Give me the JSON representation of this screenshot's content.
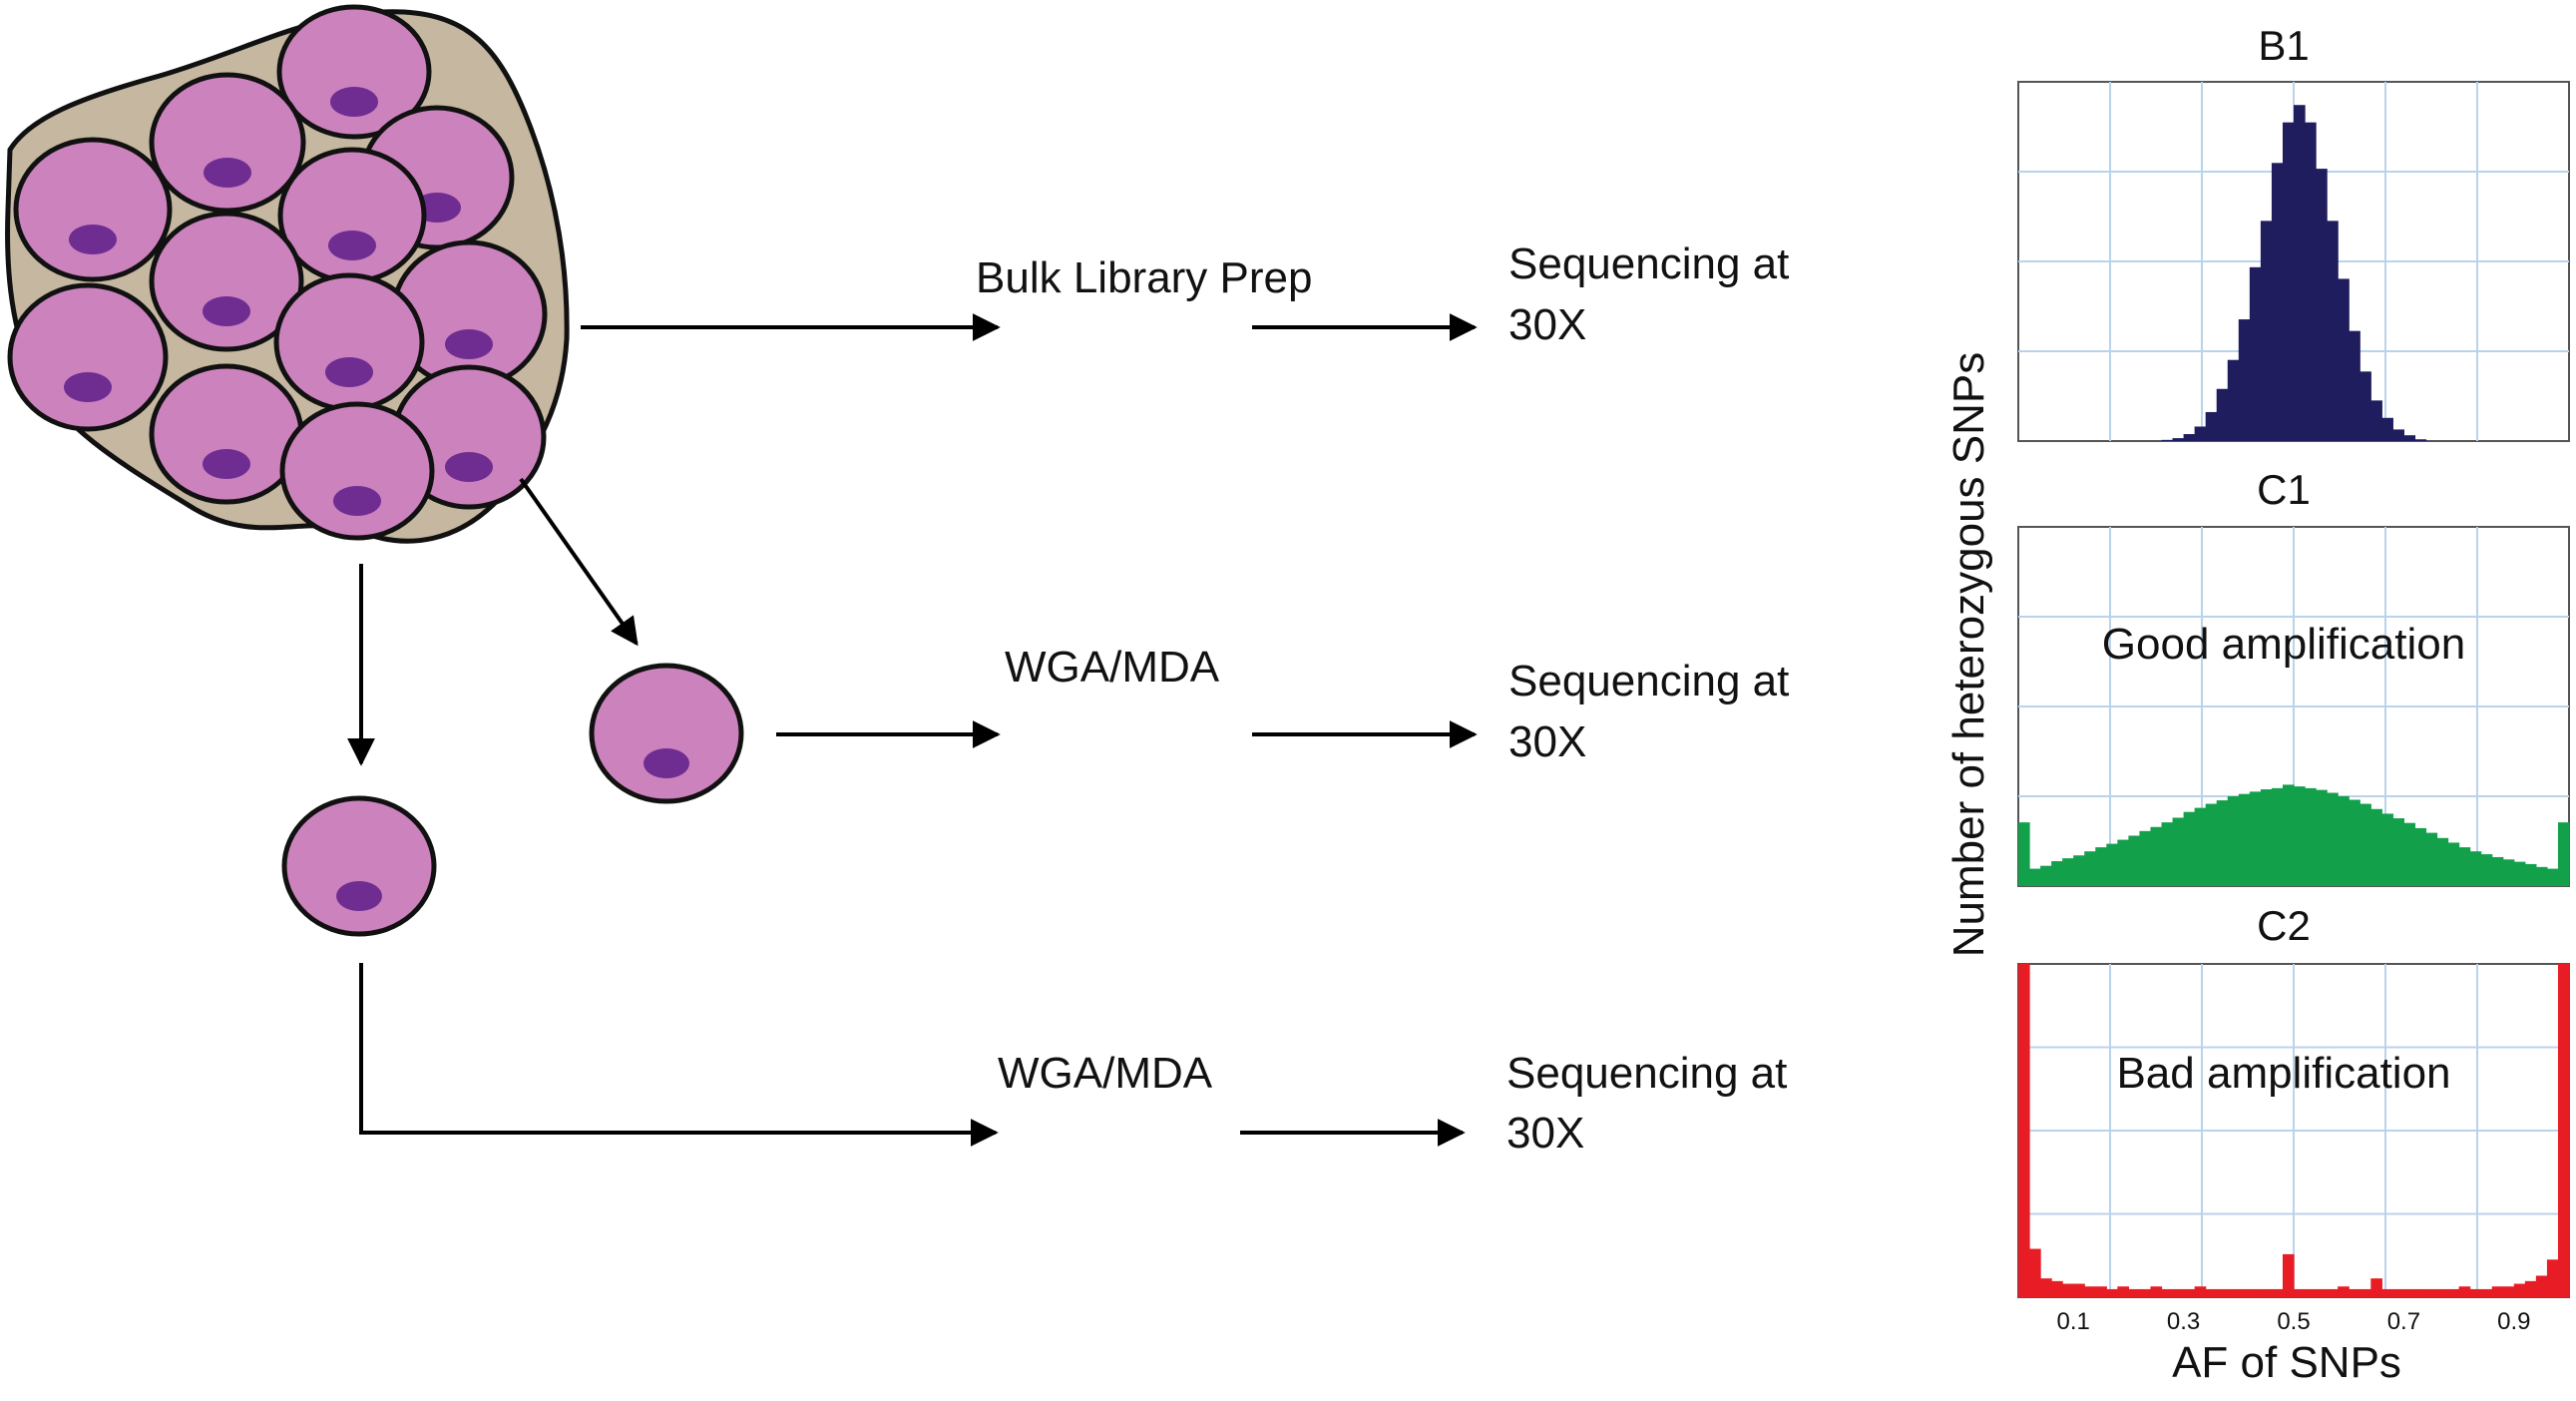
{
  "flow": {
    "bulk_label": "Bulk Library Prep",
    "wga_label_1": "WGA/MDA",
    "wga_label_2": "WGA/MDA",
    "seq_line1_a": "Sequencing at",
    "seq_line2_a": "30X",
    "seq_line1_b": "Sequencing at",
    "seq_line2_b": "30X",
    "seq_line1_c": "Sequencing at",
    "seq_line2_c": "30X"
  },
  "colors": {
    "tissue_fill": "#c5b7a0",
    "cell_fill": "#cc82bd",
    "nucleus_fill": "#6f2d92",
    "b1_color": "#1f1d5e",
    "c1_color": "#13a04b",
    "c2_color": "#e81c24",
    "grid_color": "#b9d3ea"
  },
  "shared_y_label": "Number of heterozygous SNPs",
  "shared_x_label": "AF of SNPs",
  "chart_data": [
    {
      "type": "bar",
      "title": "B1",
      "annotation": "",
      "color": "#1f1d5e",
      "x": [
        0.27,
        0.29,
        0.31,
        0.33,
        0.35,
        0.37,
        0.39,
        0.41,
        0.43,
        0.45,
        0.47,
        0.49,
        0.51,
        0.53,
        0.55,
        0.57,
        0.59,
        0.61,
        0.63,
        0.65,
        0.67,
        0.69,
        0.71,
        0.73
      ],
      "values": [
        0.2,
        0.5,
        1.2,
        2.5,
        5,
        9,
        14,
        21,
        30,
        38,
        48,
        55,
        58,
        55,
        47,
        38,
        28,
        19,
        12,
        7,
        4,
        2,
        1,
        0.3
      ],
      "ylim": [
        0,
        62
      ],
      "xlim": [
        0,
        1
      ],
      "x_ticks": [
        "0.1",
        "0.3",
        "0.5",
        "0.7",
        "0.9"
      ],
      "xlabel": "",
      "ylabel": "",
      "grid": true
    },
    {
      "type": "bar",
      "title": "C1",
      "annotation": "Good amplification",
      "color": "#13a04b",
      "x": [
        0.01,
        0.03,
        0.05,
        0.07,
        0.09,
        0.11,
        0.13,
        0.15,
        0.17,
        0.19,
        0.21,
        0.23,
        0.25,
        0.27,
        0.29,
        0.31,
        0.33,
        0.35,
        0.37,
        0.39,
        0.41,
        0.43,
        0.45,
        0.47,
        0.49,
        0.51,
        0.53,
        0.55,
        0.57,
        0.59,
        0.61,
        0.63,
        0.65,
        0.67,
        0.69,
        0.71,
        0.73,
        0.75,
        0.77,
        0.79,
        0.81,
        0.83,
        0.85,
        0.87,
        0.89,
        0.91,
        0.93,
        0.95,
        0.97,
        0.99
      ],
      "values": [
        11,
        3,
        3.5,
        4.3,
        4.8,
        5.3,
        6,
        6.7,
        7.3,
        8,
        8.7,
        9.5,
        10.2,
        11,
        11.8,
        12.8,
        13.5,
        14.2,
        14.8,
        15.5,
        15.9,
        16.3,
        16.7,
        16.9,
        17.5,
        17.2,
        16.9,
        16.6,
        16.1,
        15.5,
        14.9,
        14.2,
        13.3,
        12.5,
        11.7,
        10.9,
        10,
        9.2,
        8.3,
        7.5,
        6.7,
        6,
        5.5,
        5,
        4.6,
        4.2,
        3.8,
        3.3,
        3,
        11
      ],
      "ylim": [
        0,
        62
      ],
      "xlim": [
        0,
        1
      ],
      "x_ticks": [
        "0.1",
        "0.3",
        "0.5",
        "0.7",
        "0.9"
      ],
      "xlabel": "",
      "ylabel": "",
      "grid": true
    },
    {
      "type": "bar",
      "title": "C2",
      "annotation": "Bad amplification",
      "color": "#e81c24",
      "x": [
        0.01,
        0.03,
        0.05,
        0.07,
        0.09,
        0.11,
        0.13,
        0.15,
        0.17,
        0.19,
        0.21,
        0.23,
        0.25,
        0.27,
        0.29,
        0.31,
        0.33,
        0.35,
        0.37,
        0.39,
        0.41,
        0.43,
        0.45,
        0.47,
        0.49,
        0.51,
        0.53,
        0.55,
        0.57,
        0.59,
        0.61,
        0.63,
        0.65,
        0.67,
        0.69,
        0.71,
        0.73,
        0.75,
        0.77,
        0.79,
        0.81,
        0.83,
        0.85,
        0.87,
        0.89,
        0.91,
        0.93,
        0.95,
        0.97,
        0.99
      ],
      "values": [
        62,
        9,
        3.5,
        3,
        2.5,
        2.5,
        2,
        2,
        1.5,
        2,
        1.5,
        1.5,
        2,
        1.5,
        1.5,
        1.5,
        2,
        1.5,
        1.5,
        1.5,
        1.5,
        1.5,
        1.5,
        1.5,
        8,
        1.5,
        1.5,
        1.5,
        1.5,
        2,
        1.5,
        1.5,
        3.5,
        1.5,
        1.5,
        1.5,
        1.5,
        1.5,
        1.5,
        1.5,
        2,
        1.5,
        1.5,
        2,
        2,
        2.5,
        3,
        4,
        7,
        62
      ],
      "x_markers": [
        {
          "x": 0.33,
          "value": 3.5
        },
        {
          "x": 0.69,
          "value": 3.5
        }
      ],
      "ylim": [
        0,
        62
      ],
      "xlim": [
        0,
        1
      ],
      "x_ticks": [
        "0.1",
        "0.3",
        "0.5",
        "0.7",
        "0.9"
      ],
      "xlabel": "AF of SNPs",
      "ylabel": "",
      "grid": true
    }
  ]
}
